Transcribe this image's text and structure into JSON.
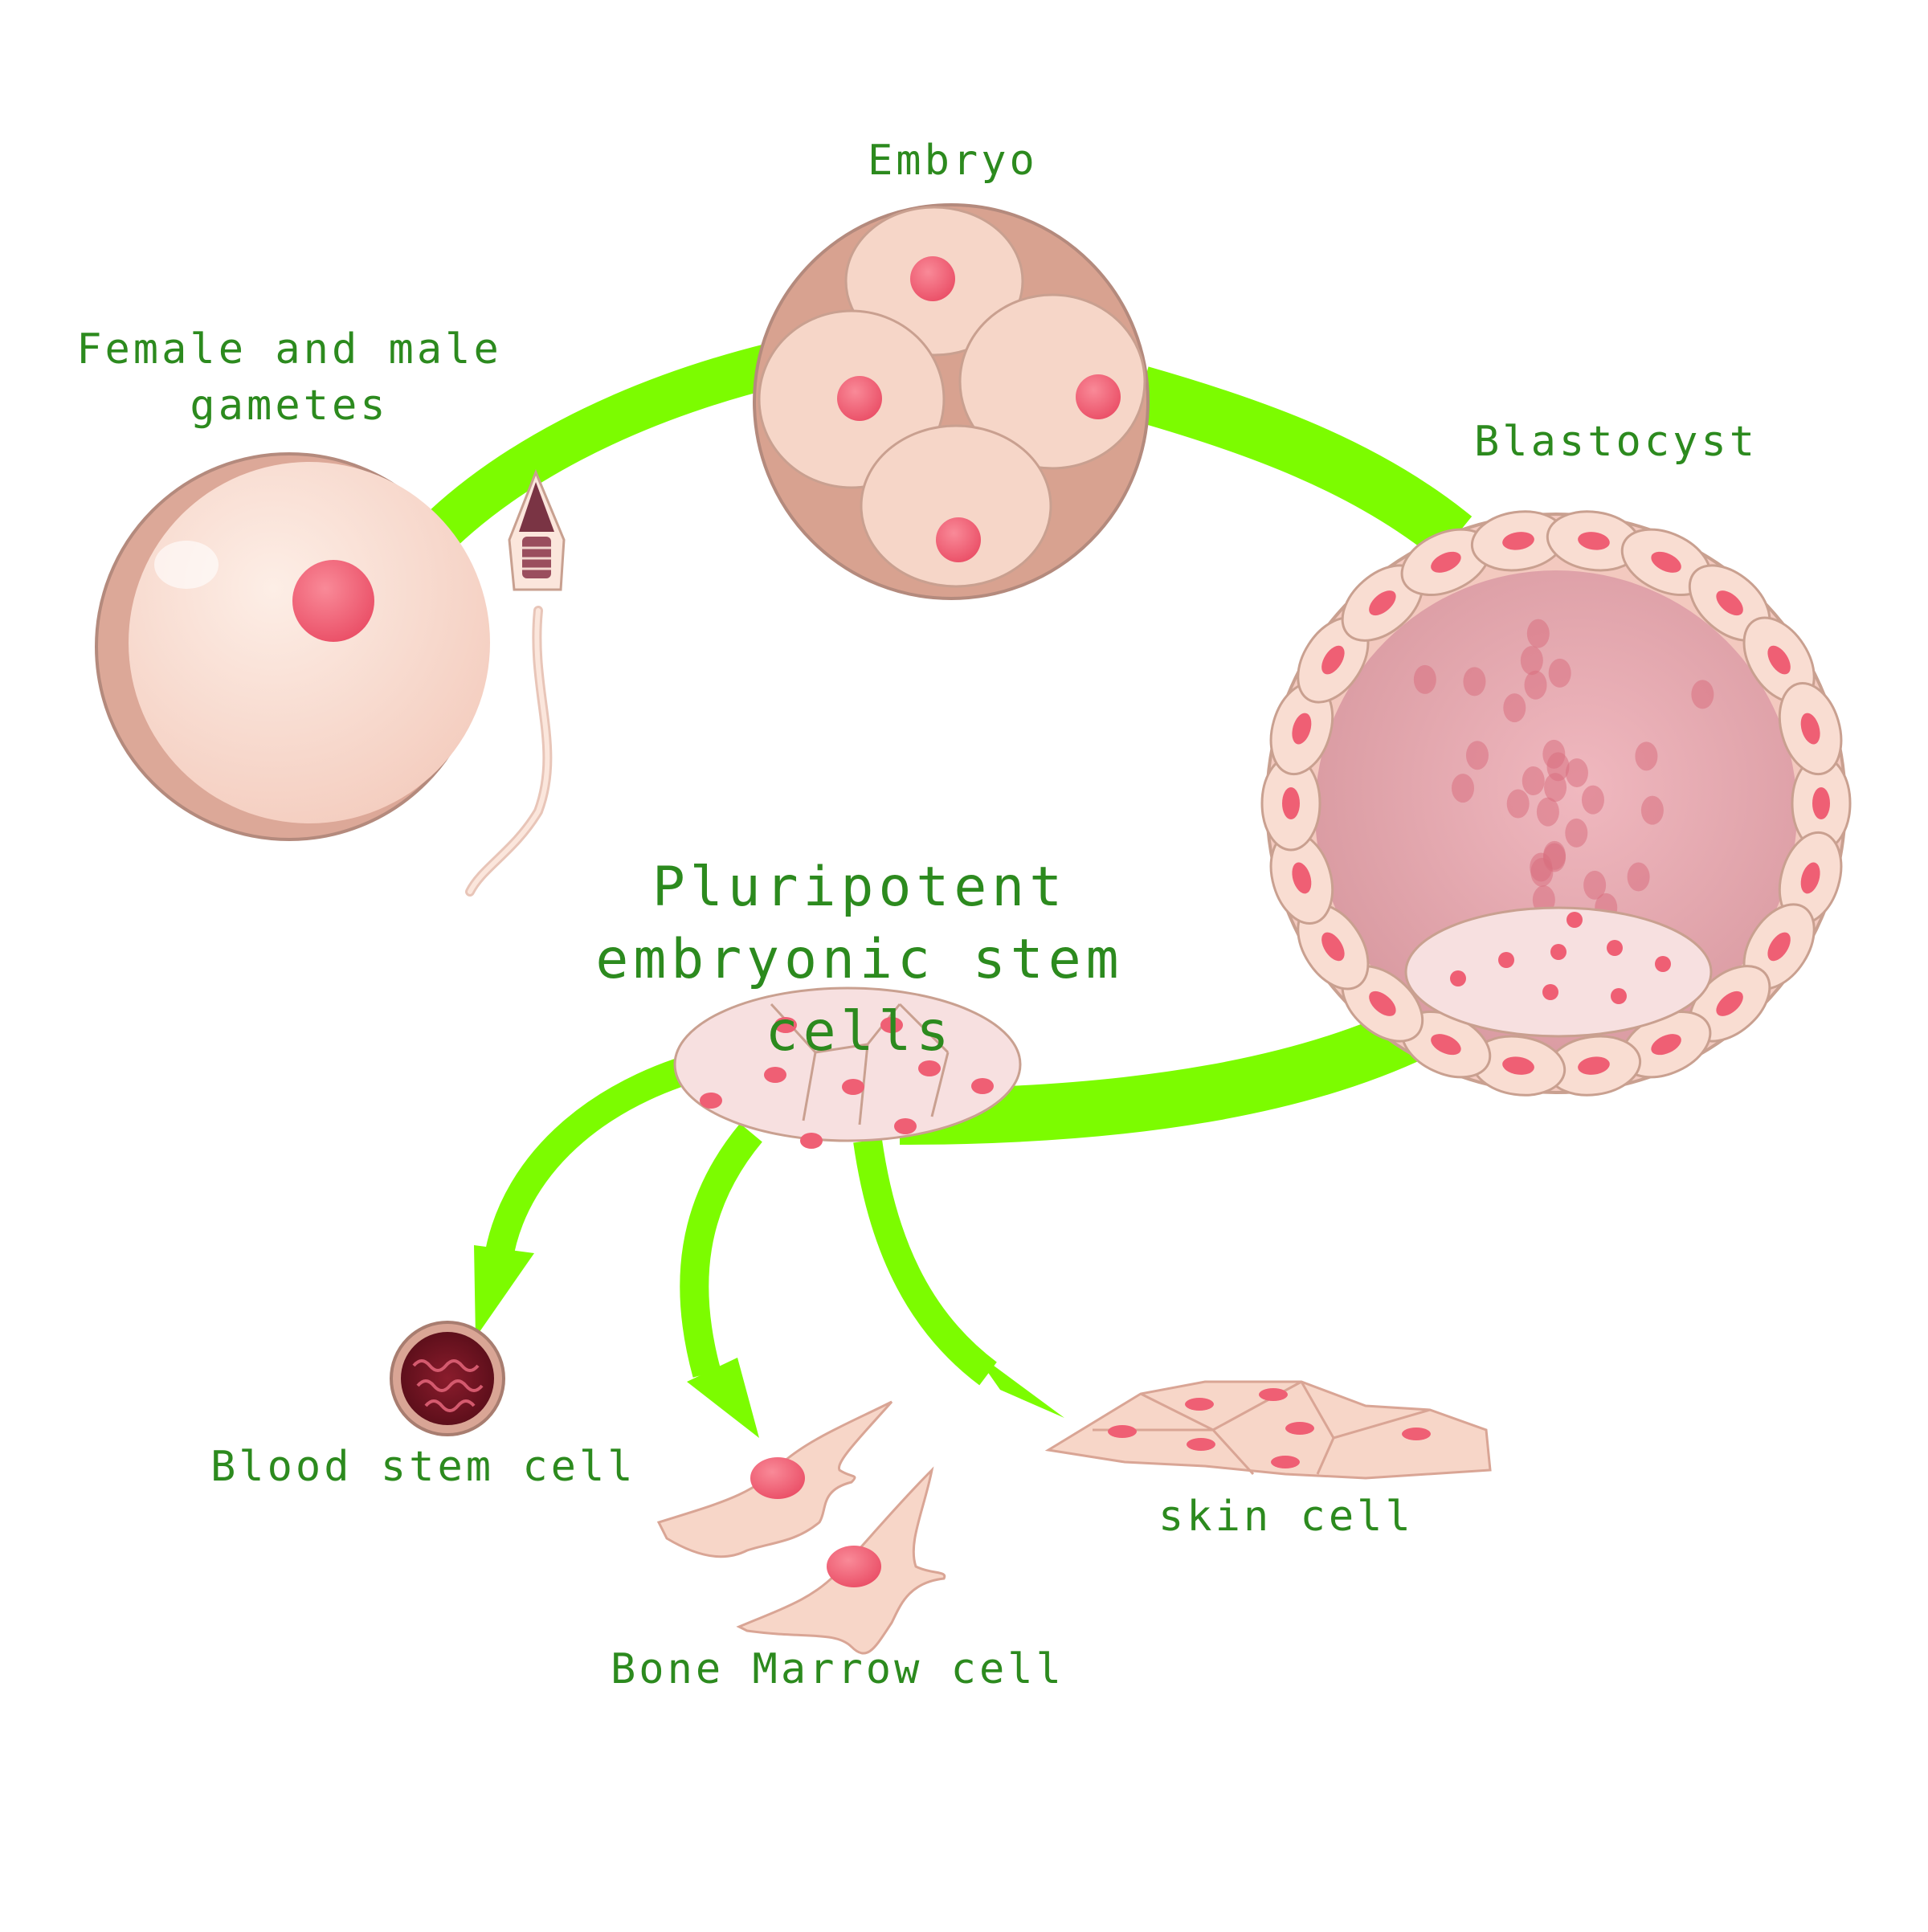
{
  "labels": {
    "gametes": "Female and male\ngametes",
    "embryo": "Embryo",
    "blastocyst": "Blastocyst",
    "stem_cells": "Pluripotent\nembryonic stem cells",
    "blood": "Blood stem cell",
    "bone_marrow": "Bone Marrow cell",
    "skin": "skin cell"
  },
  "colors": {
    "arrow": "#7cfc00",
    "label": "#2c8a1e",
    "cell_fill": "#f7d6c8",
    "cell_outline": "#c49080",
    "nucleus": "#ef5f74",
    "blastocyst_inner": "#e8a6ad"
  }
}
